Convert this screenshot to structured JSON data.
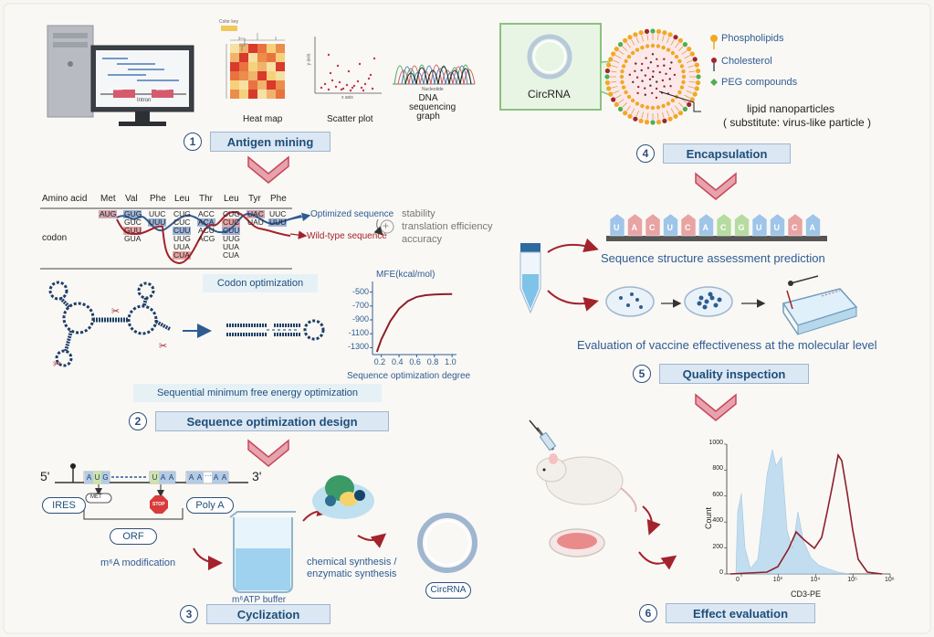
{
  "steps": [
    {
      "number": "1",
      "label": "Antigen mining"
    },
    {
      "number": "2",
      "label": "Sequence optimization design"
    },
    {
      "number": "3",
      "label": "Cyclization"
    },
    {
      "number": "4",
      "label": "Encapsulation"
    },
    {
      "number": "5",
      "label": "Quality inspection"
    },
    {
      "number": "6",
      "label": "Effect evaluation"
    }
  ],
  "antigen_mining": {
    "heatmap_label": "Heat map",
    "scatter_label": "Scatter plot",
    "dna_graph_label": "DNA sequencing graph",
    "scatter_x": "x axis",
    "scatter_y": "y axis",
    "dna_x": "Nucleotide",
    "exon1": "Exon",
    "exon2": "Exon",
    "intron": "Intron",
    "heatmap_key": "Color key"
  },
  "codon": {
    "amino_acid_label": "Amino acid",
    "codon_label": "codon",
    "amino_acids": [
      "Met",
      "Val",
      "Phe",
      "Leu",
      "Thr",
      "Leu",
      "Tyr",
      "Phe"
    ],
    "columns": [
      [
        "AUG"
      ],
      [
        "GUG",
        "GUC",
        "GUU",
        "GUA"
      ],
      [
        "UUC",
        "UUU"
      ],
      [
        "CUG",
        "CUC",
        "CUU",
        "UUG",
        "UUA",
        "CUA"
      ],
      [
        "ACC",
        "ACA",
        "ACU",
        "ACG"
      ],
      [
        "CUG",
        "CUC",
        "CUU",
        "UUG",
        "UUA",
        "CUA"
      ],
      [
        "UAC",
        "UAU"
      ],
      [
        "UUC",
        "UUU"
      ]
    ],
    "optimized_label": "Optimized sequence",
    "wildtype_label": "Wild-type sequence",
    "plus": "+",
    "benefits": [
      "stability",
      "translation efficiency",
      "accuracy"
    ],
    "caption": "Codon optimization"
  },
  "mfe": {
    "caption": "Sequential minimum free energy optimization"
  },
  "chart_data": {
    "type": "line",
    "title": "",
    "ylabel": "MFE(kcal/mol)",
    "xlabel": "Sequence optimization degree",
    "x_ticks": [
      "0.2",
      "0.4",
      "0.6",
      "0.8",
      "1.0"
    ],
    "y_ticks": [
      "-500",
      "-700",
      "-900",
      "-1100",
      "-1300"
    ],
    "xlim": [
      0.1,
      1.05
    ],
    "ylim": [
      -1400,
      -400
    ],
    "x": [
      0.15,
      0.2,
      0.3,
      0.4,
      0.5,
      0.6,
      0.7,
      0.8,
      0.9,
      1.0
    ],
    "y": [
      -1360,
      -1180,
      -920,
      -740,
      -630,
      -570,
      -545,
      -535,
      -530,
      -528
    ]
  },
  "cyclization": {
    "five_prime": "5'",
    "three_prime": "3'",
    "ires": "IRES",
    "met": "MET",
    "stop": "STOP",
    "poly_a": "Poly A",
    "orf": "ORF",
    "m6a": "m⁶A modification",
    "buffer": "m⁶ATP buffer",
    "synthesis": "chemical synthesis / enzymatic synthesis",
    "circrna": "CircRNA",
    "seq_left": [
      "A",
      "U",
      "G"
    ],
    "seq_mid": [
      "U",
      "A",
      "A"
    ],
    "seq_right_a": [
      "A",
      "A"
    ],
    "seq_right_b": [
      "A",
      "A"
    ]
  },
  "encapsulation": {
    "circrna": "CircRNA",
    "legend": [
      "Phospholipids",
      "Cholesterol",
      "PEG compounds"
    ],
    "lnp_label": "lipid nanoparticles",
    "lnp_sub": "( substitute: virus-like particle )"
  },
  "quality": {
    "bases": [
      "U",
      "A",
      "C",
      "U",
      "C",
      "A",
      "C",
      "G",
      "U",
      "U",
      "C",
      "A"
    ],
    "structure_label": "Sequence structure assessment prediction",
    "molecular_label": "Evaluation of vaccine effectiveness at the molecular level"
  },
  "flow": {
    "ylabel": "Count",
    "xlabel": "CD3-PE",
    "y_ticks": [
      "1000",
      "800",
      "600",
      "400",
      "200",
      "0"
    ],
    "x_ticks": [
      "0",
      "10³",
      "10⁴",
      "10⁵",
      "10⁶"
    ]
  },
  "colors": {
    "step_fill": "#dbe7f3",
    "step_text": "#1f4e79",
    "arrow": "#c8485a",
    "optimized": "#9db3d9",
    "wildtype": "#e8a3a3",
    "dark_red": "#8e1f2a"
  }
}
